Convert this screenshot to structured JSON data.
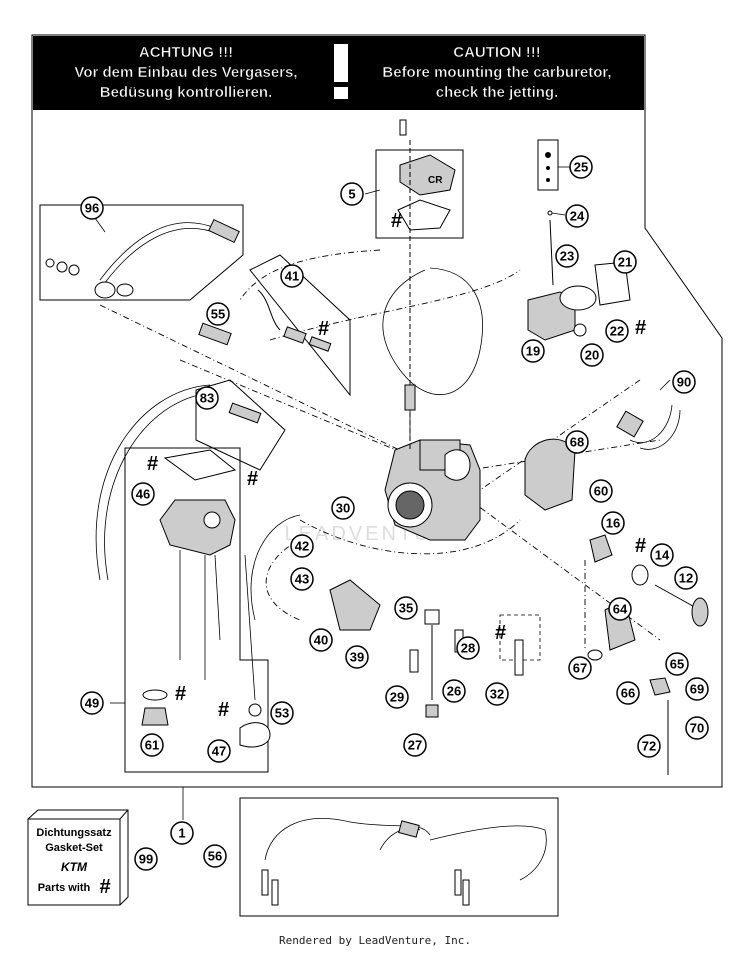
{
  "warning": {
    "de_title": "ACHTUNG !!!",
    "de_line1": "Vor dem Einbau des Vergasers,",
    "de_line2": "Bedüsung kontrollieren.",
    "en_title": "CAUTION !!!",
    "en_line1": "Before mounting the carburetor,",
    "en_line2": "check the jetting."
  },
  "watermark": "LEADVENTURE",
  "gasket_box": {
    "line1": "Dichtungssatz",
    "line2": "Gasket-Set",
    "brand": "KTM",
    "line3": "Parts with",
    "symbol": "#"
  },
  "callouts": [
    {
      "id": "c96",
      "label": "96"
    },
    {
      "id": "c5",
      "label": "5"
    },
    {
      "id": "c25",
      "label": "25"
    },
    {
      "id": "c24",
      "label": "24"
    },
    {
      "id": "c23",
      "label": "23"
    },
    {
      "id": "c21",
      "label": "21"
    },
    {
      "id": "c41",
      "label": "41"
    },
    {
      "id": "c55",
      "label": "55"
    },
    {
      "id": "c22",
      "label": "22"
    },
    {
      "id": "c19",
      "label": "19"
    },
    {
      "id": "c20",
      "label": "20"
    },
    {
      "id": "c90",
      "label": "90"
    },
    {
      "id": "c83",
      "label": "83"
    },
    {
      "id": "c68",
      "label": "68"
    },
    {
      "id": "c60",
      "label": "60"
    },
    {
      "id": "c46",
      "label": "46"
    },
    {
      "id": "c30",
      "label": "30"
    },
    {
      "id": "c16",
      "label": "16"
    },
    {
      "id": "c14",
      "label": "14"
    },
    {
      "id": "c42",
      "label": "42"
    },
    {
      "id": "c43",
      "label": "43"
    },
    {
      "id": "c12",
      "label": "12"
    },
    {
      "id": "c35",
      "label": "35"
    },
    {
      "id": "c40",
      "label": "40"
    },
    {
      "id": "c64",
      "label": "64"
    },
    {
      "id": "c28",
      "label": "28"
    },
    {
      "id": "c39",
      "label": "39"
    },
    {
      "id": "c67",
      "label": "67"
    },
    {
      "id": "c65",
      "label": "65"
    },
    {
      "id": "c32",
      "label": "32"
    },
    {
      "id": "c49",
      "label": "49"
    },
    {
      "id": "c29",
      "label": "29"
    },
    {
      "id": "c26",
      "label": "26"
    },
    {
      "id": "c66",
      "label": "66"
    },
    {
      "id": "c69",
      "label": "69"
    },
    {
      "id": "c53",
      "label": "53"
    },
    {
      "id": "c70",
      "label": "70"
    },
    {
      "id": "c61",
      "label": "61"
    },
    {
      "id": "c47",
      "label": "47"
    },
    {
      "id": "c27",
      "label": "27"
    },
    {
      "id": "c72",
      "label": "72"
    },
    {
      "id": "c1",
      "label": "1"
    },
    {
      "id": "c56",
      "label": "56"
    },
    {
      "id": "c99",
      "label": "99"
    }
  ],
  "symbol_hash": "#",
  "footer": "Rendered by LeadVenture, Inc."
}
